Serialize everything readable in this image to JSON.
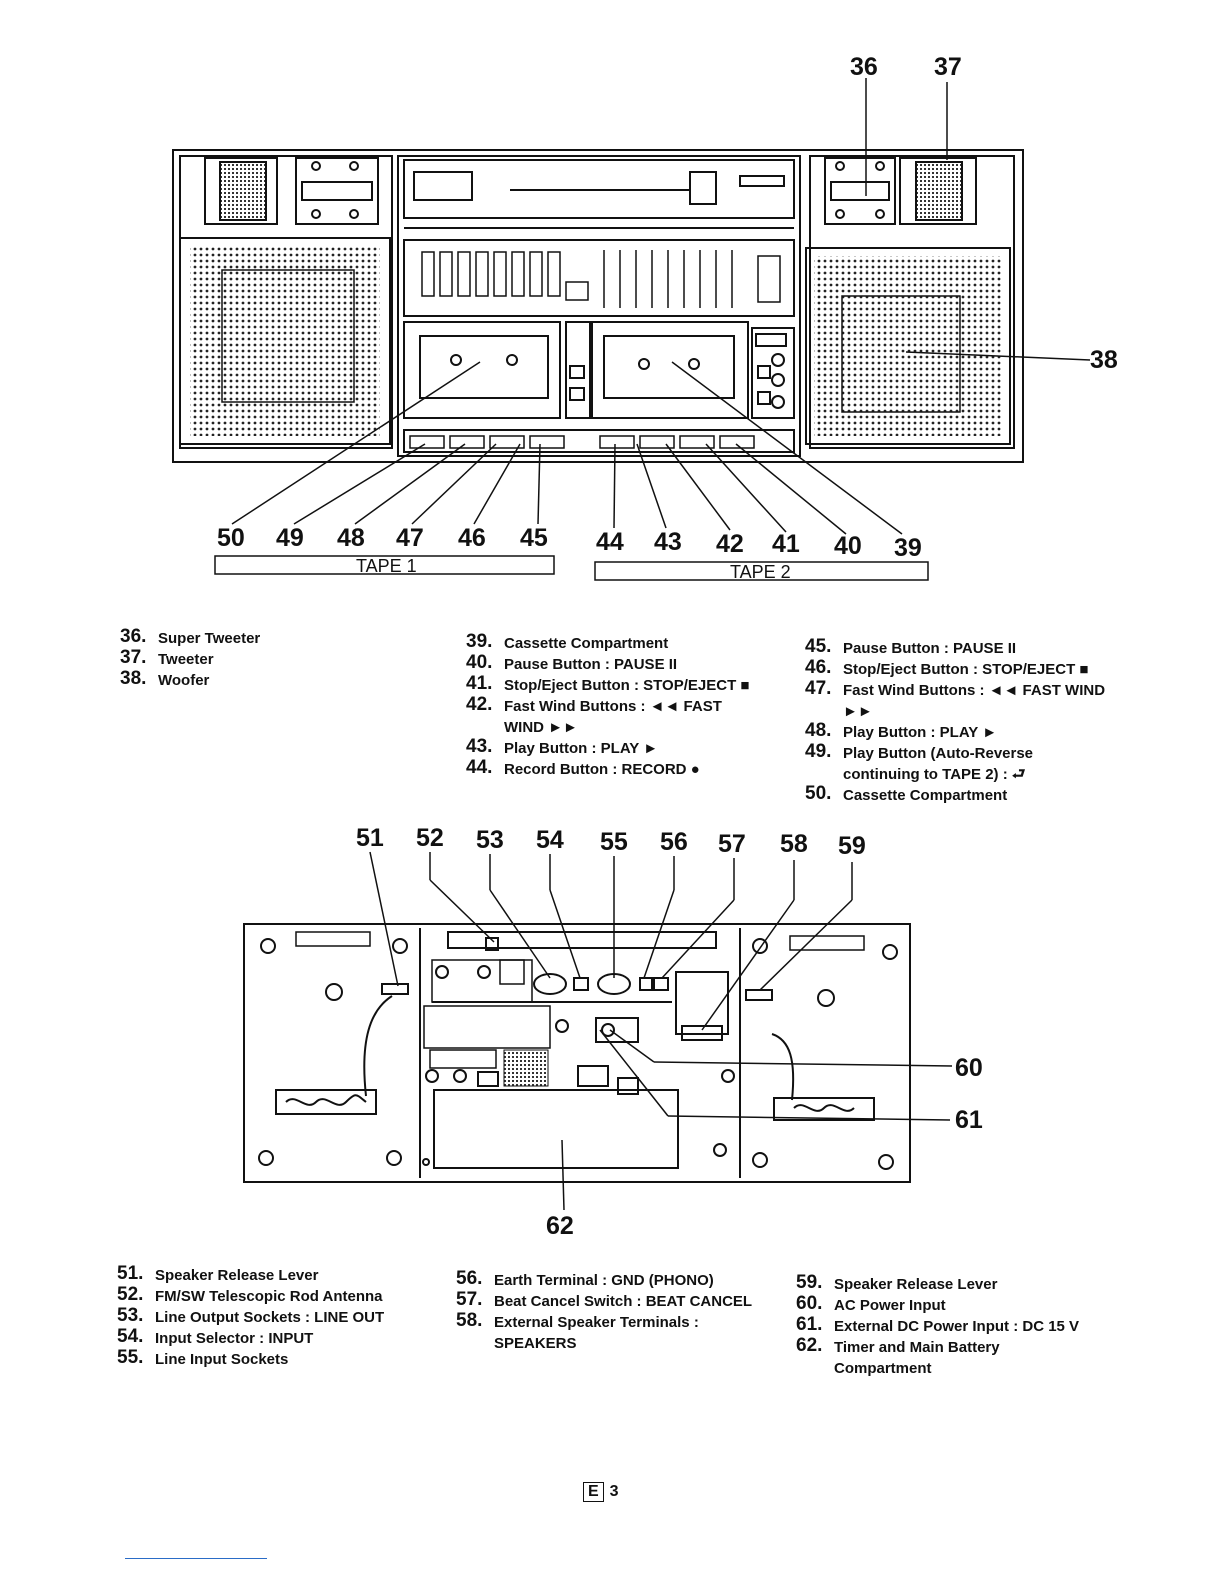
{
  "figure1": {
    "callouts": [
      "36",
      "37",
      "38",
      "50",
      "49",
      "48",
      "47",
      "46",
      "45",
      "44",
      "43",
      "42",
      "41",
      "40",
      "39"
    ],
    "tape1_label": "TAPE 1",
    "tape2_label": "TAPE 2"
  },
  "figure2": {
    "callouts": [
      "51",
      "52",
      "53",
      "54",
      "55",
      "56",
      "57",
      "58",
      "59",
      "60",
      "61",
      "62"
    ]
  },
  "legend1": {
    "col1": [
      {
        "num": "36.",
        "text": "Super Tweeter"
      },
      {
        "num": "37.",
        "text": "Tweeter"
      },
      {
        "num": "38.",
        "text": "Woofer"
      }
    ],
    "col2": [
      {
        "num": "39.",
        "text": "Cassette Compartment"
      },
      {
        "num": "40.",
        "text": "Pause Button : PAUSE II"
      },
      {
        "num": "41.",
        "text": "Stop/Eject Button : STOP/EJECT ■"
      },
      {
        "num": "42.",
        "text": "Fast Wind Buttons : ◄◄ FAST WIND ►►"
      },
      {
        "num": "43.",
        "text": "Play Button : PLAY ►"
      },
      {
        "num": "44.",
        "text": "Record Button : RECORD ●"
      }
    ],
    "col3": [
      {
        "num": "45.",
        "text": "Pause Button : PAUSE II"
      },
      {
        "num": "46.",
        "text": "Stop/Eject Button : STOP/EJECT ■"
      },
      {
        "num": "47.",
        "text": "Fast Wind Buttons : ◄◄ FAST WIND ►►"
      },
      {
        "num": "48.",
        "text": "Play Button : PLAY ►"
      },
      {
        "num": "49.",
        "text": "Play Button (Auto-Reverse continuing to TAPE 2) : ⮐"
      },
      {
        "num": "50.",
        "text": "Cassette Compartment"
      }
    ]
  },
  "legend2": {
    "col1": [
      {
        "num": "51.",
        "text": "Speaker Release Lever"
      },
      {
        "num": "52.",
        "text": "FM/SW Telescopic Rod Antenna"
      },
      {
        "num": "53.",
        "text": "Line Output Sockets : LINE OUT"
      },
      {
        "num": "54.",
        "text": "Input Selector : INPUT"
      },
      {
        "num": "55.",
        "text": "Line Input Sockets"
      }
    ],
    "col2": [
      {
        "num": "56.",
        "text": "Earth Terminal : GND (PHONO)"
      },
      {
        "num": "57.",
        "text": "Beat Cancel Switch : BEAT CANCEL"
      },
      {
        "num": "58.",
        "text": "External Speaker Terminals : SPEAKERS"
      }
    ],
    "col3": [
      {
        "num": "59.",
        "text": "Speaker Release Lever"
      },
      {
        "num": "60.",
        "text": "AC Power Input"
      },
      {
        "num": "61.",
        "text": "External DC Power Input : DC 15 V"
      },
      {
        "num": "62.",
        "text": "Timer and Main Battery Compartment"
      }
    ]
  },
  "footer": {
    "section_letter": "E",
    "page_number": "3"
  }
}
